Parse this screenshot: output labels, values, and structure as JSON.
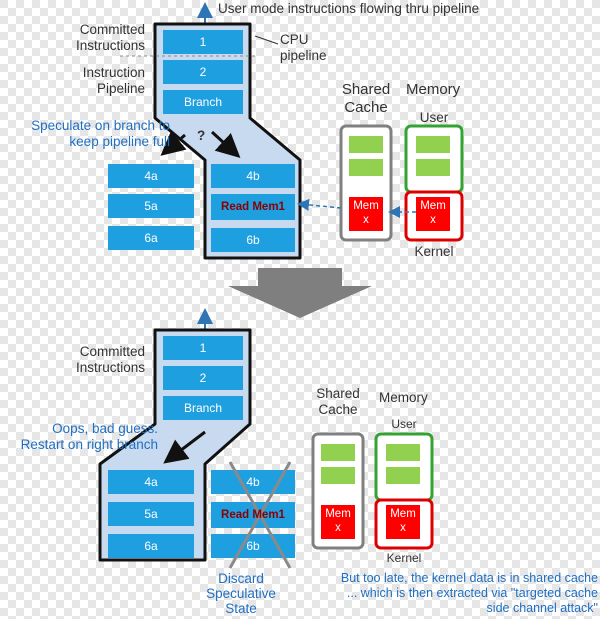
{
  "colors": {
    "pipeline_fill": "#c8daf0",
    "stage_box": "#1e9fe0",
    "cache_block": "#92d050",
    "memory_kernel": "#ff0000",
    "memory_user_border": "#33a333",
    "cache_border": "#808080",
    "annotation_blue": "#1f6fc2",
    "read_mem_text": "#8b0000"
  },
  "top": {
    "header": "User mode instructions flowing thru pipeline",
    "committed_label": "Committed\nInstructions",
    "pipeline_label": "Instruction\nPipeline",
    "cpu_label": "CPU\npipeline",
    "speculate_note": "Speculate on branch to\nkeep pipeline full",
    "question_mark": "?",
    "stages": [
      "1",
      "2",
      "Branch"
    ],
    "path_a": [
      "4a",
      "5a",
      "6a"
    ],
    "path_b": [
      "4b",
      "Read Mem1",
      "6b"
    ],
    "shared_cache_label": "Shared\nCache",
    "memory_label": "Memory",
    "user_label": "User",
    "kernel_label": "Kernel",
    "cache_mem": "Mem\nx",
    "memory_mem": "Mem\nx"
  },
  "bottom": {
    "committed_label": "Committed\nInstructions",
    "oops_note": "Oops, bad guess.\nRestart on right branch",
    "stages": [
      "1",
      "2",
      "Branch"
    ],
    "path_a": [
      "4a",
      "5a",
      "6a"
    ],
    "path_b": [
      "4b",
      "Read Mem1",
      "6b"
    ],
    "discard_label": "Discard\nSpeculative\nState",
    "shared_cache_label": "Shared\nCache",
    "memory_label": "Memory",
    "user_label": "User",
    "kernel_label": "Kernel",
    "cache_mem": "Mem\nx",
    "memory_mem": "Mem\nx",
    "conclusion": "But too late, the kernel data is in shared cache\n... which is then extracted via \"targeted cache\nside channel attack\""
  }
}
